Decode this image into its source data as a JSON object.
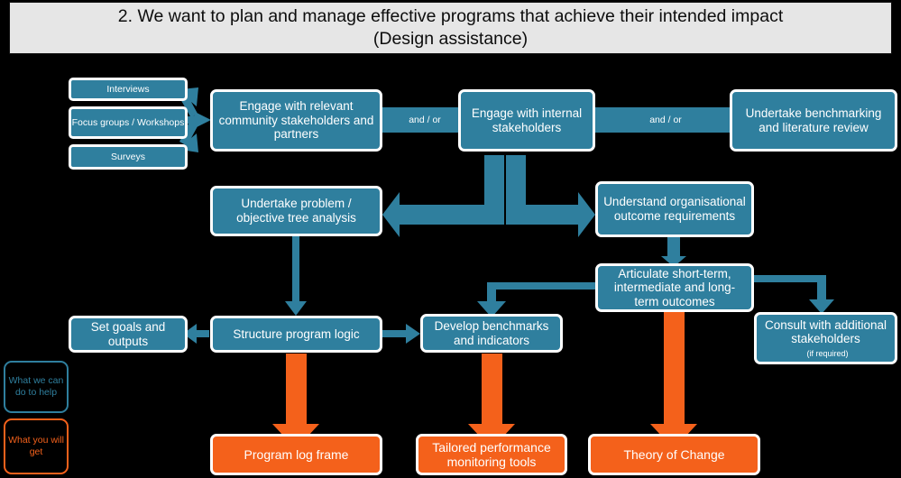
{
  "header": {
    "line1": "2. We want to plan and manage effective programs that achieve their intended impact",
    "line2": "(Design assistance)"
  },
  "colors": {
    "blue": "#2f7f9e",
    "orange": "#f4611b",
    "header_bg": "#e6e6e6",
    "canvas": "#000000",
    "node_border": "#ffffff"
  },
  "sources": [
    {
      "label": "Interviews"
    },
    {
      "label": "Focus groups / Workshops"
    },
    {
      "label": "Surveys"
    }
  ],
  "connectors": {
    "and_or_left": "and / or",
    "and_or_right": "and / or"
  },
  "nodes": {
    "engage_community": "Engage with relevant community stakeholders and partners",
    "engage_internal": "Engage with internal stakeholders",
    "benchmarking": "Undertake benchmarking and literature review",
    "problem_tree": "Undertake problem / objective tree analysis",
    "org_outcomes": "Understand organisational outcome requirements",
    "articulate_outcomes": "Articulate short-term, intermediate and long-term outcomes",
    "set_goals": "Set goals and outputs",
    "structure_logic": "Structure program logic",
    "develop_benchmarks": "Develop benchmarks and indicators",
    "consult_additional": "Consult with additional stakeholders",
    "consult_additional_note": "(if required)"
  },
  "outputs": {
    "log_frame": "Program log frame",
    "monitoring_tools": "Tailored performance monitoring tools",
    "theory_of_change": "Theory of Change"
  },
  "legend": [
    {
      "label": "What we can do to help",
      "color": "#2f7f9e"
    },
    {
      "label": "What you will get",
      "color": "#f4611b"
    }
  ]
}
